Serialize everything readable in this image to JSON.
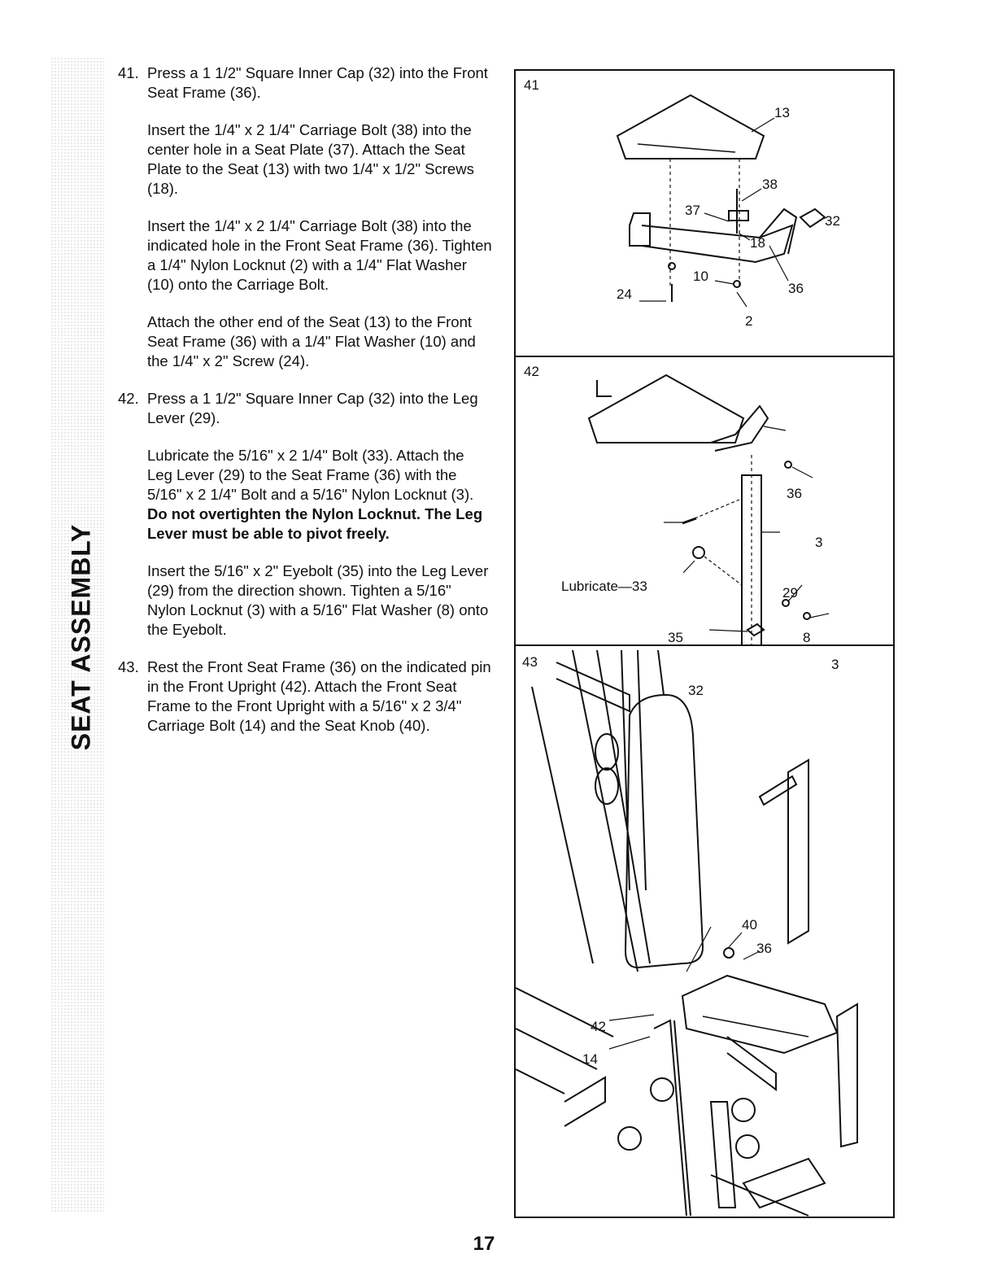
{
  "section_label": "SEAT ASSEMBLY",
  "steps": [
    {
      "number": "41.",
      "paragraphs": [
        "Press a 1 1/2\" Square Inner Cap (32) into the Front Seat Frame (36).",
        "Insert the 1/4\" x 2 1/4\" Carriage Bolt (38) into the center hole in a Seat Plate (37). Attach the Seat Plate to the Seat (13) with two 1/4\" x 1/2\" Screws (18).",
        "Insert the 1/4\" x 2 1/4\" Carriage Bolt (38) into the indicated hole in the Front Seat Frame (36). Tighten a 1/4\" Nylon Locknut (2) with a 1/4\" Flat Washer (10) onto the Carriage Bolt.",
        "Attach the other end of the Seat (13) to the Front Seat Frame (36) with a 1/4\" Flat Washer (10) and the 1/4\" x 2\" Screw (24)."
      ]
    },
    {
      "number": "42.",
      "paragraphs": [
        "Press a 1 1/2\" Square Inner Cap (32) into the Leg Lever (29).",
        "Lubricate the 5/16\" x 2 1/4\" Bolt (33). Attach the Leg Lever (29) to the Seat Frame (36) with the 5/16\" x 2 1/4\" Bolt and a 5/16\" Nylon Locknut (3).",
        "Insert the 5/16\" x 2\" Eyebolt (35) into the Leg Lever (29) from the direction shown. Tighten a 5/16\" Nylon Locknut (3) with a 5/16\" Flat Washer (8) onto the Eyebolt."
      ],
      "warning": "Do not overtighten the Nylon Locknut. The Leg Lever must be able to pivot freely."
    },
    {
      "number": "43.",
      "paragraphs": [
        "Rest the Front Seat Frame (36) on the indicated pin in the Front Upright (42). Attach the Front Seat Frame to the Front Upright with a 5/16\" x 2 3/4\" Carriage Bolt (14) and the Seat Knob (40)."
      ]
    }
  ],
  "figures": {
    "fig41": {
      "number": "41",
      "callouts": {
        "c13": "13",
        "c38": "38",
        "c37": "37",
        "c32": "32",
        "c18": "18",
        "c10": "10",
        "c24": "24",
        "c36": "36",
        "c2": "2"
      }
    },
    "fig42": {
      "number": "42",
      "callouts": {
        "c36": "36",
        "c3a": "3",
        "c33": "Lubricate—33",
        "c29": "29",
        "c35": "35",
        "c8": "8",
        "c3b": "3",
        "c32": "32"
      }
    },
    "fig43": {
      "number": "43",
      "callouts": {
        "c40": "40",
        "c36": "36",
        "c42": "42",
        "c14": "14"
      }
    }
  },
  "page_number": "17"
}
